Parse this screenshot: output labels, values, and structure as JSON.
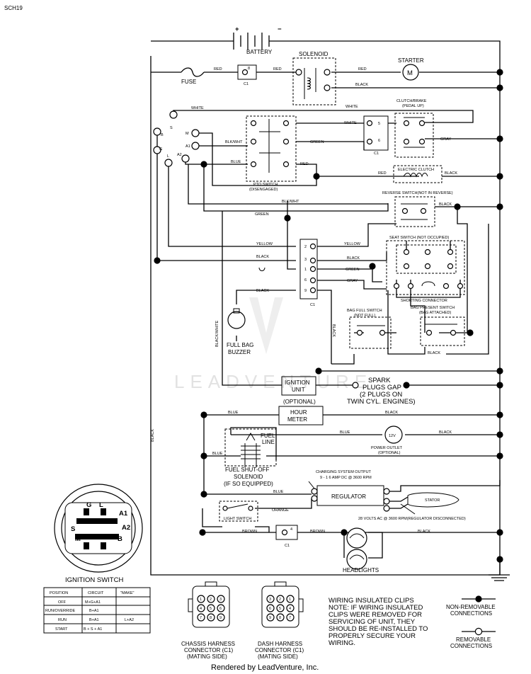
{
  "page_id": "SCH19",
  "footer": "Rendered by LeadVenture, Inc.",
  "watermark": "LEADVENTURE",
  "components": {
    "battery": "BATTERY",
    "battery_plus": "+",
    "battery_minus": "−",
    "fuse": "FUSE",
    "solenoid": "SOLENOID",
    "starter": "STARTER",
    "starter_symbol": "M",
    "clutch_brake_1": "CLUTCH/BRAKE",
    "clutch_brake_2": "(PEDAL UP)",
    "pto_switch_1": "PTO SWITCH",
    "pto_switch_2": "(DISENGAGED)",
    "electric_clutch": "ELECTRIC CLUTCH",
    "reverse_switch": "REVERSE SWITCH(NOT IN REVERSE)",
    "seat_switch": "SEAT SWITCH (NOT OCCUPIED)",
    "shorting_connector": "SHORTING CONNECTOR",
    "bag_present_1": "BAG PRESENT SWITCH",
    "bag_present_2": "(BAG ATTACHED)",
    "bag_full_1": "BAG FULL SWITCH",
    "bag_full_2": "(NOT FULL)",
    "full_bag_1": "FULL BAG",
    "full_bag_2": "BUZZER",
    "ignition_unit_1": "IGNITION",
    "ignition_unit_2": "UNIT",
    "spark_1": "SPARK",
    "spark_2": "PLUGS GAP",
    "spark_3": "(2 PLUGS ON",
    "spark_4": "TWIN CYL. ENGINES)",
    "optional": "(OPTIONAL)",
    "hour_meter_1": "HOUR",
    "hour_meter_2": "METER",
    "fuel_line_1": "FUEL",
    "fuel_line_2": "LINE",
    "fuel_solenoid_1": "FUEL SHUT-OFF",
    "fuel_solenoid_2": "SOLENOID",
    "fuel_solenoid_3": "(IF SO EQUIPPED)",
    "power_outlet_symbol": "12V",
    "power_outlet_1": "POWER OUTLET",
    "power_outlet_2": "(OPTIONAL)",
    "charging_1": "CHARGING SYSTEM OUTPUT",
    "charging_2": "9 - 1 6 AMP DC @ 3600 RPM",
    "regulator": "REGULATOR",
    "stator": "STATOR",
    "stator_ac": "28 VOLTS AC @ 3600 RPM(REGULATOR DISCONNECTED)",
    "light_switch": "LIGHT SWITCH",
    "headlights": "HEADLIGHTS",
    "ignition_switch": "IGNITION SWITCH",
    "chassis_harness_1": "CHASSIS HARNESS",
    "chassis_harness_2": "CONNECTOR (C1)",
    "chassis_harness_3": "(MATING SIDE)",
    "dash_harness_1": "DASH HARNESS",
    "dash_harness_2": "CONNECTOR (C1)",
    "dash_harness_3": "(MATING SIDE)",
    "c1": "C1"
  },
  "connector_pins": {
    "fuse_block": "8",
    "clutch_upper": "5",
    "clutch_lower": "6",
    "c1_main": [
      "2",
      "3",
      "1",
      "6",
      "9"
    ],
    "headlight_block": "4",
    "chassis": [
      "1",
      "2",
      "3",
      "4",
      "5",
      "6",
      "7",
      "8",
      "9"
    ],
    "dash": [
      "3",
      "2",
      "1",
      "6",
      "5",
      "4",
      "9",
      "8",
      "7"
    ]
  },
  "ignition_terminals": {
    "top": [
      "B",
      "S",
      "M"
    ],
    "mid": [
      "A1"
    ],
    "bottom": [
      "G",
      "L",
      "A2"
    ],
    "face": [
      "G",
      "L",
      "A1",
      "A2",
      "S",
      "B",
      "M"
    ]
  },
  "wire_colors": {
    "red": "RED",
    "black": "BLACK",
    "white": "WHITE",
    "green": "GREEN",
    "blue": "BLUE",
    "gray": "GRAY",
    "yellow": "YELLOW",
    "orange": "ORANGE",
    "brown": "BROWN",
    "blk_wht": "BLK/WHT",
    "black_white": "BLACK/WHITE"
  },
  "table": {
    "headers": [
      "POSITION",
      "CIRCUIT",
      "\"MAKE\""
    ],
    "rows": [
      [
        "OFF",
        "M+G+A1",
        ""
      ],
      [
        "RUN/OVERRIDE",
        "B+A1",
        ""
      ],
      [
        "RUN",
        "B+A1",
        "L+A2"
      ],
      [
        "START",
        "B + S + A1",
        ""
      ]
    ]
  },
  "note": [
    "WIRING INSULATED CLIPS",
    "NOTE: IF WIRING INSULATED",
    "CLIPS WERE REMOVED FOR",
    "SERVICING OF UNIT, THEY",
    "SHOULD BE RE-INSTALLED TO",
    "PROPERLY SECURE YOUR",
    "WIRING."
  ],
  "legend": {
    "non_removable_1": "NON-REMOVABLE",
    "non_removable_2": "CONNECTIONS",
    "removable_1": "REMOVABLE",
    "removable_2": "CONNECTIONS"
  }
}
